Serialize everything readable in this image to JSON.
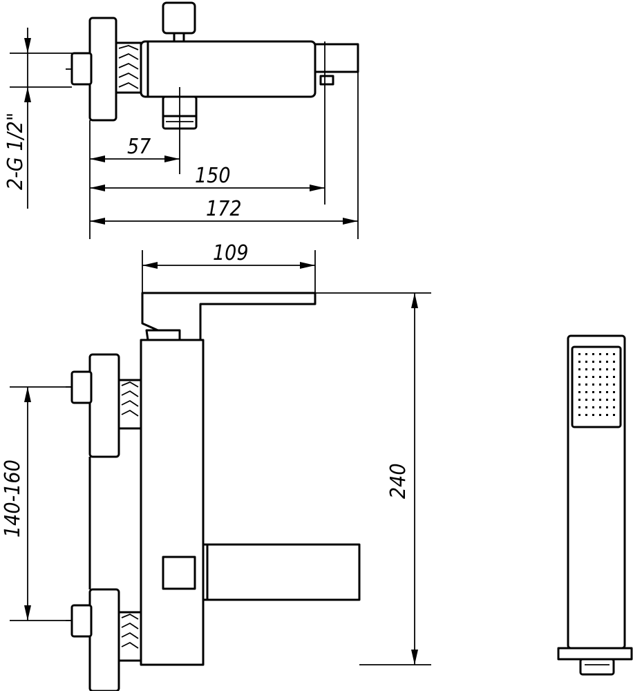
{
  "dimensions": {
    "connection_thread": "2-G 1/2\"",
    "d57": "57",
    "d150": "150",
    "d172": "172",
    "d109": "109",
    "d240": "240",
    "d140_160": "140-160"
  },
  "colors": {
    "line": "#000000",
    "background": "#ffffff"
  }
}
